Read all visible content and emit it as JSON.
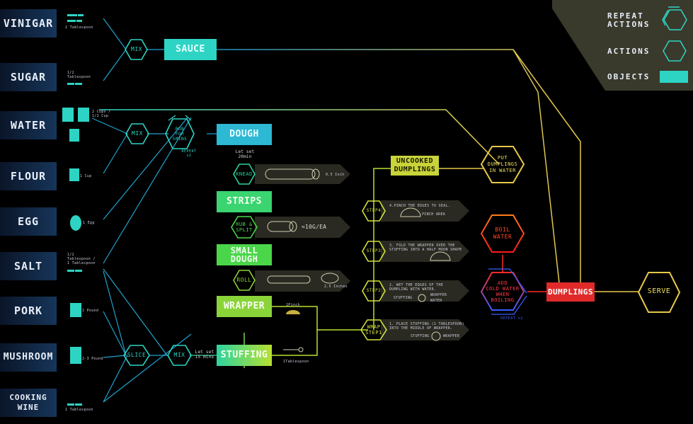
{
  "legend": {
    "repeat_actions": "REPEAT\nACTIONS",
    "actions": "ACTIONS",
    "objects": "OBJECTS"
  },
  "ingredients": [
    {
      "name": "VINIGAR",
      "qty": "2 Tablespoon"
    },
    {
      "name": "SUGAR",
      "qty": "1/2 Tablespoon"
    },
    {
      "name": "WATER",
      "qty": "2 Cups / 1/2 Cup"
    },
    {
      "name": "FLOUR",
      "qty": "1 Cup"
    },
    {
      "name": "EGG",
      "qty": "1 Egg"
    },
    {
      "name": "SALT",
      "qty": "1/2 Tablespoon / 1 Tablespoon"
    },
    {
      "name": "PORK",
      "qty": "1 Pound"
    },
    {
      "name": "MUSHROOM",
      "qty": "2-3 Pound"
    },
    {
      "name": "COOKING\nWINE",
      "qty": "1 Tablespoon"
    }
  ],
  "actions": {
    "mix1": "MIX",
    "mix2": "MIX",
    "rub": "RUB\nFOR\n5MINS",
    "rub_repeat": "REPEAT\nx2",
    "knead": "KNEAD",
    "rub_split": "RUB &\nSPLIT",
    "roll": "ROLL",
    "slice": "SLICE",
    "mix3": "MIX",
    "wrap": "WRAP\nSTEP1",
    "step2": "STEP2",
    "step3": "STEP3",
    "step4": "STEP4",
    "put": "PUT\nDUMPLINGS\nIN WATER",
    "boil": "BOIL\nWATER",
    "add_cold": "ADD\nCOLD WATER\nWHEN\nBOILING",
    "add_repeat": "REPEAT x2",
    "serve": "SERVE"
  },
  "objects": {
    "sauce": "SAUCE",
    "dough": "DOUGH",
    "strips": "STRIPS",
    "small_dough": "SMALL\nDOUGH",
    "wrapper": "WRAPPER",
    "stuffing": "STUFFING",
    "uncooked": "UNCOOKED\nDUMPLINGS",
    "dumplings": "DUMPLINGS"
  },
  "notes": {
    "let_set_20": "Let set\n20min",
    "let_set_15": "Let set\n15 mins",
    "inch1": "0.5 Inch",
    "g10": "≈10G/EA",
    "inch2": "2.5 Inches",
    "pinch": "1Pinch",
    "tablespoon": "1Tablespoon",
    "step4_text": "4.PINCH THE EDGES TO SEAL.",
    "pinch_area": "PINCH AREA",
    "step3_text": "3. FOLD THE WRAPPER OVER THE\nSTUFFING INTO A HALF MOON SHAPE",
    "step2_text": "2. WET THE EDGES OF THE\nDUMPLING WITH WATER.",
    "step2_wrapper": "WRAPPER",
    "step2_water": "WATER",
    "step2_stuffing": "STUFFING",
    "step1_text": "1. PLACE STUFFING (1 TABLESPOON)\nINTO THE MIDDLE OF WRAPPER.",
    "step1_stuffing": "STUFFING",
    "step1_wrapper": "WRAPPER"
  },
  "colors": {
    "cyan": "#2dd4c4",
    "green": "#4bd64a",
    "yellow": "#e6c84a",
    "red": "#e02a2a",
    "blue": "#3a5cff"
  }
}
